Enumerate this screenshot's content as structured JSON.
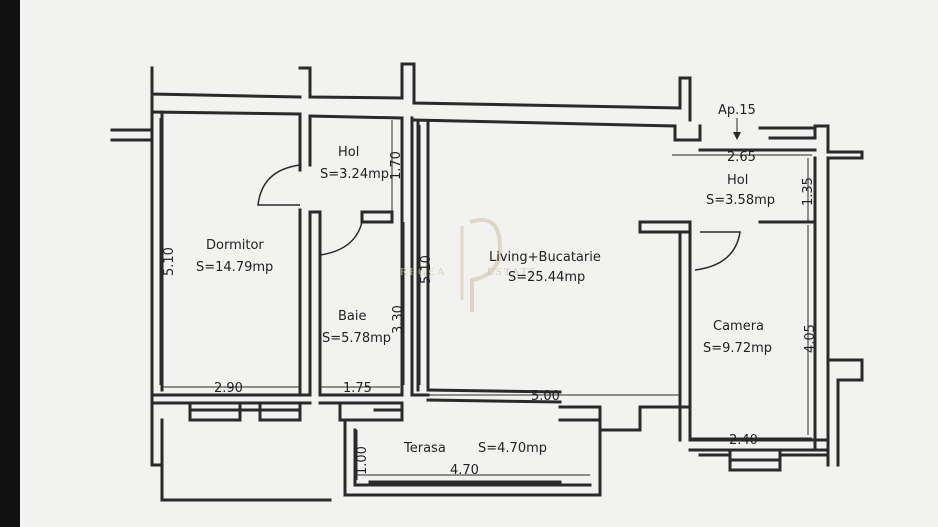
{
  "plan": {
    "apartment_label": "Ap.15",
    "rooms": {
      "hol1": {
        "name": "Hol",
        "area": "S=3.24mp"
      },
      "hol2": {
        "name": "Hol",
        "area": "S=3.58mp"
      },
      "dormitor": {
        "name": "Dormitor",
        "area": "S=14.79mp"
      },
      "living": {
        "name": "Living+Bucatarie",
        "area": "S=25.44mp"
      },
      "baie": {
        "name": "Baie",
        "area": "S=5.78mp"
      },
      "camera": {
        "name": "Camera",
        "area": "S=9.72mp"
      },
      "terasa": {
        "name": "Terasa",
        "area": "S=4.70mp"
      }
    },
    "dimensions": {
      "d_5_10_left": "5.10",
      "d_5_10_mid": "5.10",
      "d_1_70": "1.70",
      "d_3_30": "3.30",
      "d_2_65": "2.65",
      "d_1_35": "1.35",
      "d_4_05": "4.05",
      "d_2_90": "2.90",
      "d_1_75": "1.75",
      "d_5_00": "5.00",
      "d_2_40": "2.40",
      "d_1_00": "1.00",
      "d_4_70": "4.70"
    },
    "watermark": {
      "left": "REGEA",
      "right": "ESTATE"
    }
  }
}
